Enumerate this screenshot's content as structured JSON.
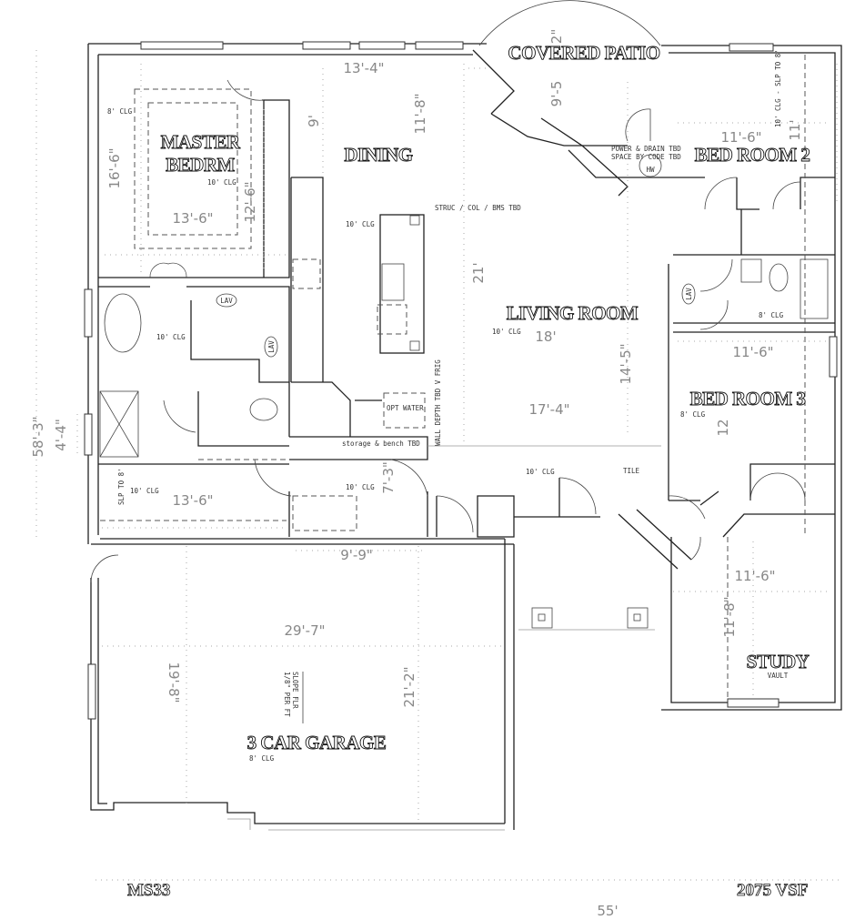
{
  "rooms": {
    "master_line1": "MASTER",
    "master_line2": "BEDRM",
    "dining": "DINING",
    "covered_patio": "COVERED PATIO",
    "bed_room_2": "BED ROOM 2",
    "living_room": "LIVING ROOM",
    "bed_room_3": "BED ROOM 3",
    "study": "STUDY",
    "garage": "3 CAR GARAGE"
  },
  "notes": {
    "master_clg": "8' CLG",
    "master_tray_clg": "10' CLG",
    "dining_clg": "10' CLG",
    "struc": "STRUC / COL / BMS TBD",
    "bath_clg": "10' CLG",
    "lav_1": "LAV",
    "lav_2": "LAV",
    "lav_3": "LAV",
    "closet_slp": "SLP TO 8'",
    "closet_clg": "10' CLG",
    "hall_clg": "10' CLG",
    "storage": "storage & bench TBD",
    "opt_water": "OPT WATER",
    "frig": "WALL DEPTH TBD V FRIG",
    "living_clg": "10' CLG",
    "power_drain": "POWER & DRAIN TBD",
    "space_code": "SPACE BY CODE TBD",
    "hw": "HW",
    "bed2_clg": "10' CLG - SLP TO 8'",
    "bath2_clg": "8' CLG",
    "bed3_clg": "8' CLG",
    "tile": "TILE",
    "foyer_clg": "10' CLG",
    "vault": "VAULT",
    "garage_clg": "8' CLG",
    "slope_1": "SLOPE FLR",
    "slope_2": "1/8\" PER FT"
  },
  "dimensions": {
    "dining_w": "13'-4\"",
    "dining_9": "9'",
    "dining_h": "11'-8\"",
    "master_h": "16'-6\"",
    "master_tray_h": "12'-6\"",
    "master_w": "13'-6\"",
    "patio_h": "9'-5",
    "patio_2": "2\"",
    "bed2_w": "11'-6\"",
    "bed2_h": "11'",
    "living_21": "21'",
    "living_18": "18'",
    "living_h": "14'-5\"",
    "living_w": "17'-4\"",
    "bed3_w": "11'-6\"",
    "bed3_h": "12",
    "closet_w": "13'-6\"",
    "hall_h": "7'-3\"",
    "laundry_w": "9'-9\"",
    "garage_w": "29'-7\"",
    "garage_h1": "19'-8\"",
    "garage_h2": "21'-2\"",
    "study_w": "11'-6\"",
    "study_h": "11'-8\"",
    "overall_depth": "58'-3\"",
    "side_4": "4'-4\"",
    "overall_width": "55'"
  },
  "footer": {
    "plan_name": "MS33",
    "area": "2075 VSF"
  }
}
